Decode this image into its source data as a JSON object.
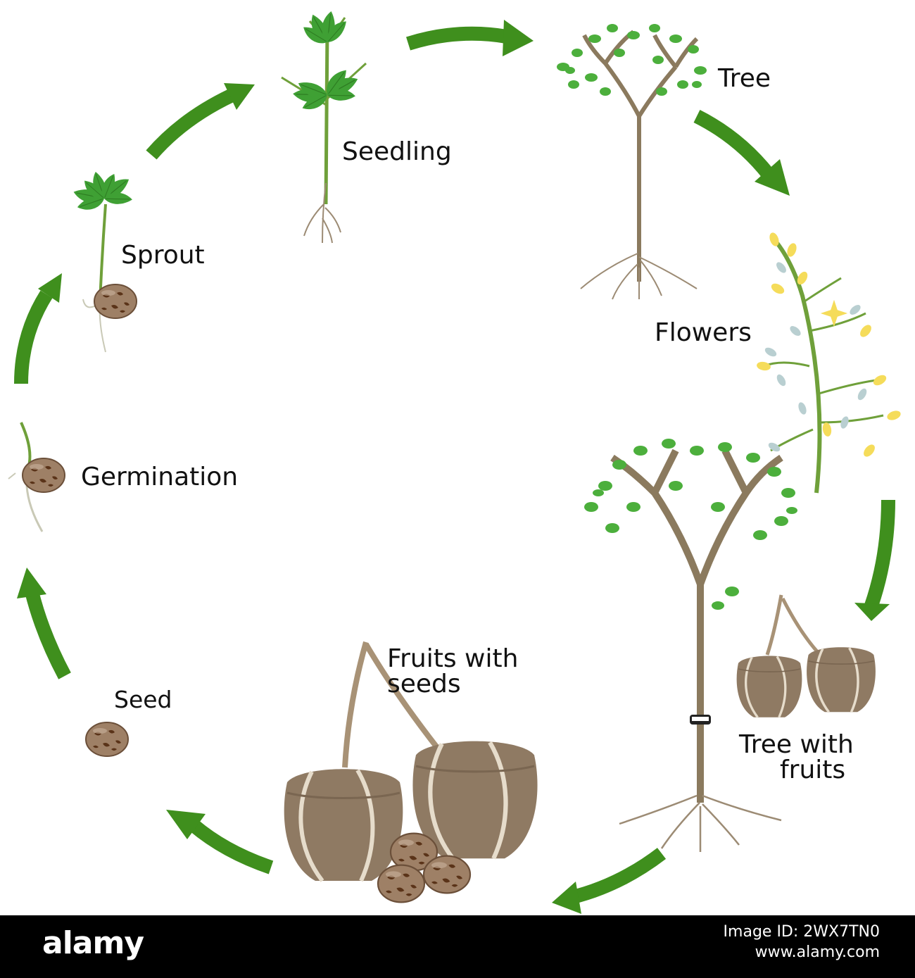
{
  "colors": {
    "arrow": "#3f8f1d",
    "leaf": "#3fa034",
    "leaf_dark": "#2e7d22",
    "stem": "#8b7a5e",
    "root": "#9c8b74",
    "fruit": "#8f7a63",
    "fruit_light": "#e6dccb",
    "seed": "#9e8066",
    "seed_spot": "#5a3318",
    "flower": "#f5dc5a",
    "bud": "#b9cfd1",
    "footer_bg": "#000000",
    "footer_text": "#ffffff"
  },
  "stages": {
    "seedling": "Seedling",
    "tree": "Tree",
    "flowers": "Flowers",
    "tree_with_fruits": [
      "Tree with",
      "fruits"
    ],
    "fruits_with_seeds": [
      "Fruits with",
      "seeds"
    ],
    "seed": "Seed",
    "germination": "Germination",
    "sprout": "Sprout"
  },
  "footer": {
    "brand": "alamy",
    "image_id_label": "Image ID: 2WX7TN0",
    "site": "www.alamy.com"
  }
}
